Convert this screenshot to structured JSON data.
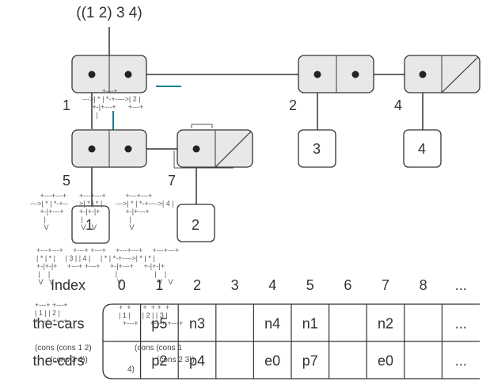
{
  "title": "((1 2) 3 4)",
  "colors": {
    "pair_fill": "#e8e8e8",
    "stroke": "#333333",
    "accent": "#1b7f94",
    "text": "#333333"
  },
  "pairs": [
    {
      "id": "p1",
      "label": "1",
      "car": "pointer",
      "cdr": "pointer"
    },
    {
      "id": "p2",
      "label": "2",
      "car": "pointer",
      "cdr": "pointer"
    },
    {
      "id": "p4",
      "label": "4",
      "car": "pointer",
      "cdr": "null"
    },
    {
      "id": "p5",
      "label": "5",
      "car": "pointer",
      "cdr": "pointer"
    },
    {
      "id": "p7",
      "label": "7",
      "car": "pointer",
      "cdr": "null"
    }
  ],
  "atoms": [
    {
      "id": "n3",
      "value": "3"
    },
    {
      "id": "n4",
      "value": "4"
    },
    {
      "id": "n1",
      "value": "1"
    },
    {
      "id": "n2",
      "value": "2"
    }
  ],
  "table": {
    "index_label": "Index",
    "indices": [
      "0",
      "1",
      "2",
      "3",
      "4",
      "5",
      "6",
      "7",
      "8",
      "..."
    ],
    "rows": [
      {
        "name": "the-cars",
        "cells": [
          "",
          "p5",
          "n3",
          "",
          "n4",
          "n1",
          "",
          "n2",
          "",
          "..."
        ]
      },
      {
        "name": "the-cdrs",
        "cells": [
          "",
          "p2",
          "p4",
          "",
          "e0",
          "p7",
          "",
          "e0",
          "",
          "..."
        ]
      }
    ]
  },
  "overlays": {
    "cons_expr_left": "(cons (cons 1 2)",
    "cons_expr_left_2": "(cons 3 4))",
    "cons_expr_mid": "(cons (cons 1",
    "cons_expr_mid_2": "(cons 2 3))",
    "cons_expr_mid_3": "4)",
    "ascii_top": [
      "          +---+",
      "--->| * | *-+---->| 2 |",
      "     +-|+---+      +---+",
      "       |"
    ],
    "ascii_left_a": [
      "     +---+---+",
      "--->| * | *-+--",
      "     +-|+---+",
      "       |",
      "       V"
    ],
    "ascii_left_b": [
      "+---+---+",
      ">| * | * |",
      "+-|+-|+",
      " |",
      " V   V"
    ],
    "ascii_mid_a": [
      "     +---+---+",
      "--->| * | *-+---->| 4 |",
      "     +-|+---+",
      "       |",
      "       V"
    ],
    "ascii_row2": [
      "+---+---+     +---+ +---+     +---+---+     +---+---+",
      "| * | * |     | 3 | | 4 |     | * | *-+---->| * | * |",
      "+-|+-|+     +---+ +---+     +-|+---+     +-|+-|+",
      " |    |                                 |                   |    |",
      " V   V                                V                  V   V"
    ],
    "ascii_bottom_left": [
      "+---+ +---+",
      "| 1 | | 2 |",
      "+---+ +---+"
    ],
    "ascii_bottom_mid": [
      "+  +      +  + +  +",
      "| 1 |      | 2 | | 3 |",
      "  +---+      +---+ +---+"
    ]
  }
}
